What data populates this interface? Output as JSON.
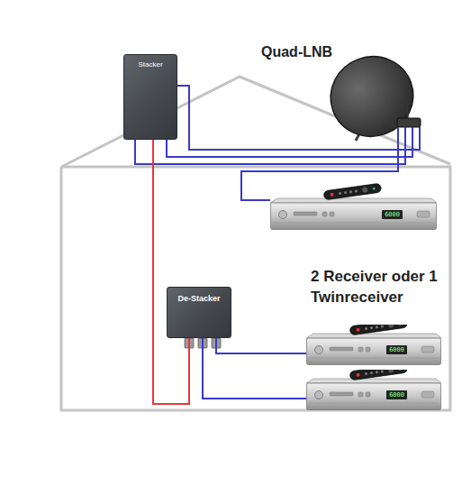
{
  "diagram": {
    "nodes": [
      {
        "text": [
          "Stacker"
        ]
      },
      {
        "text": [
          "Quad-LNB"
        ]
      },
      {
        "text": [
          "6000"
        ]
      },
      {
        "text": [
          "De-Stacker"
        ]
      },
      {
        "text": [
          "6000"
        ]
      },
      {
        "text": [
          "6000"
        ]
      }
    ],
    "edges": [
      {
        "from": 1,
        "to": 0,
        "arrow": "none"
      },
      {
        "from": 1,
        "to": 0,
        "arrow": "none"
      },
      {
        "from": 1,
        "to": 0,
        "arrow": "none"
      },
      {
        "from": 1,
        "to": 2,
        "arrow": "none"
      },
      {
        "from": 0,
        "to": 3,
        "arrow": "none"
      },
      {
        "from": 3,
        "to": 4,
        "arrow": "none"
      },
      {
        "from": 3,
        "to": 5,
        "arrow": "none"
      }
    ],
    "labels": [
      "2 Receiver oder 1 Twinreceiver"
    ]
  }
}
